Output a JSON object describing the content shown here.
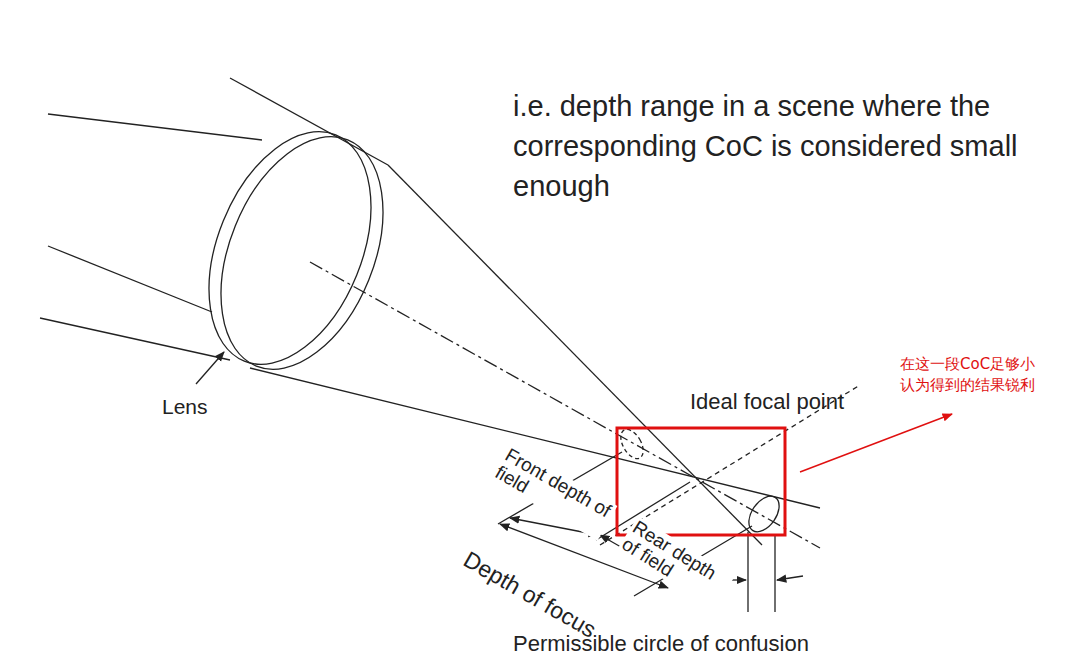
{
  "diagram": {
    "labels": [
      "i.e. depth range in a scene where the corresponding CoC is considered small enough",
      "Lens",
      "Ideal focal point",
      "Front depth of field",
      "Rear depth of field",
      "Depth of focus",
      "Permissible circle of confusion",
      "在这一段CoC足够小 认为得到的结果锐利"
    ]
  }
}
